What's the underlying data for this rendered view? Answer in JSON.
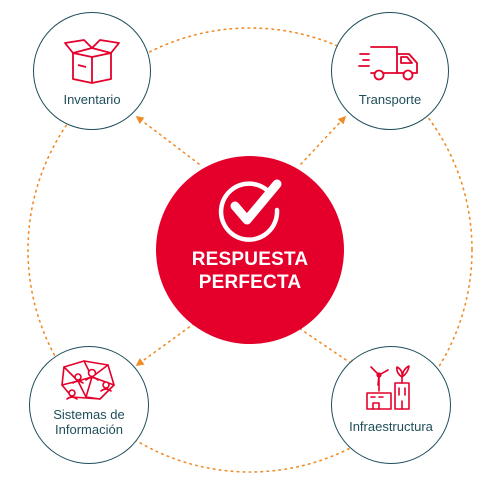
{
  "center": {
    "title": "RESPUESTA\nPERFECTA",
    "icon": "check-circle-icon"
  },
  "nodes": {
    "top_left": {
      "label": "Inventario",
      "icon": "box-icon"
    },
    "top_right": {
      "label": "Transporte",
      "icon": "truck-icon"
    },
    "bottom_left": {
      "label": "Sistemas de\nInformación",
      "icon": "network-icon"
    },
    "bottom_right": {
      "label": "Infraestructura",
      "icon": "buildings-icon"
    }
  },
  "colors": {
    "accent": "#e4002b",
    "outline": "#1f4e5a",
    "connector": "#f08c28"
  }
}
